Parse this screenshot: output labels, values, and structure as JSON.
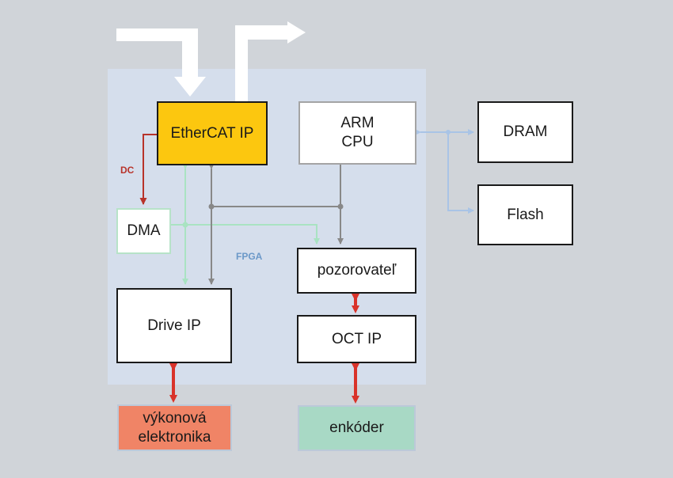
{
  "regions": {
    "fpga_label": "FPGA"
  },
  "blocks": {
    "ethercat": "EtherCAT IP",
    "arm_line1": "ARM",
    "arm_line2": "CPU",
    "dram": "DRAM",
    "flash": "Flash",
    "dma": "DMA",
    "observer": "pozorovateľ",
    "drive": "Drive IP",
    "oct": "OCT IP",
    "power_line1": "výkonová",
    "power_line2": "elektronika",
    "encoder": "enkóder"
  },
  "connections": {
    "dc_label": "DC"
  },
  "colors": {
    "background": "#d0d4d9",
    "fpga_area": "#d5deec",
    "ethercat_fill": "#fcc70f",
    "power_fill": "#f08466",
    "encoder_fill": "#a8d9c5",
    "dc_line": "#b8332a",
    "bus_gray": "#888888",
    "bus_blue": "#a9c4e6",
    "bus_green": "#a9e3c2",
    "io_red": "#d9332a",
    "ethernet_white": "#ffffff"
  }
}
